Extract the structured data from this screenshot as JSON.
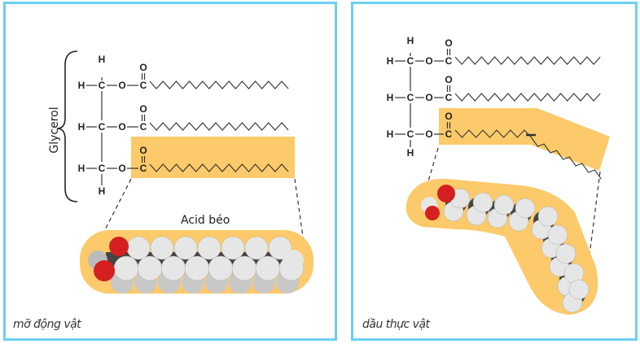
{
  "left_panel": {
    "caption": "mỡ động vật",
    "glycerol_label": "Glycerol",
    "fatty_acid_label": "Acid béo",
    "chain_type": "saturated",
    "atoms": {
      "H": "H",
      "C": "C",
      "O": "O"
    }
  },
  "right_panel": {
    "caption": "dầu thực vật",
    "chain_type": "unsaturated (cis double bond)",
    "atoms": {
      "H": "H",
      "C": "C",
      "O": "O"
    }
  },
  "colors": {
    "border": "#6ccff2",
    "highlight": "#fcca6a",
    "oxygen": "#d42020",
    "carbon": "#444444",
    "hydrogen": "#e6e6e6"
  }
}
